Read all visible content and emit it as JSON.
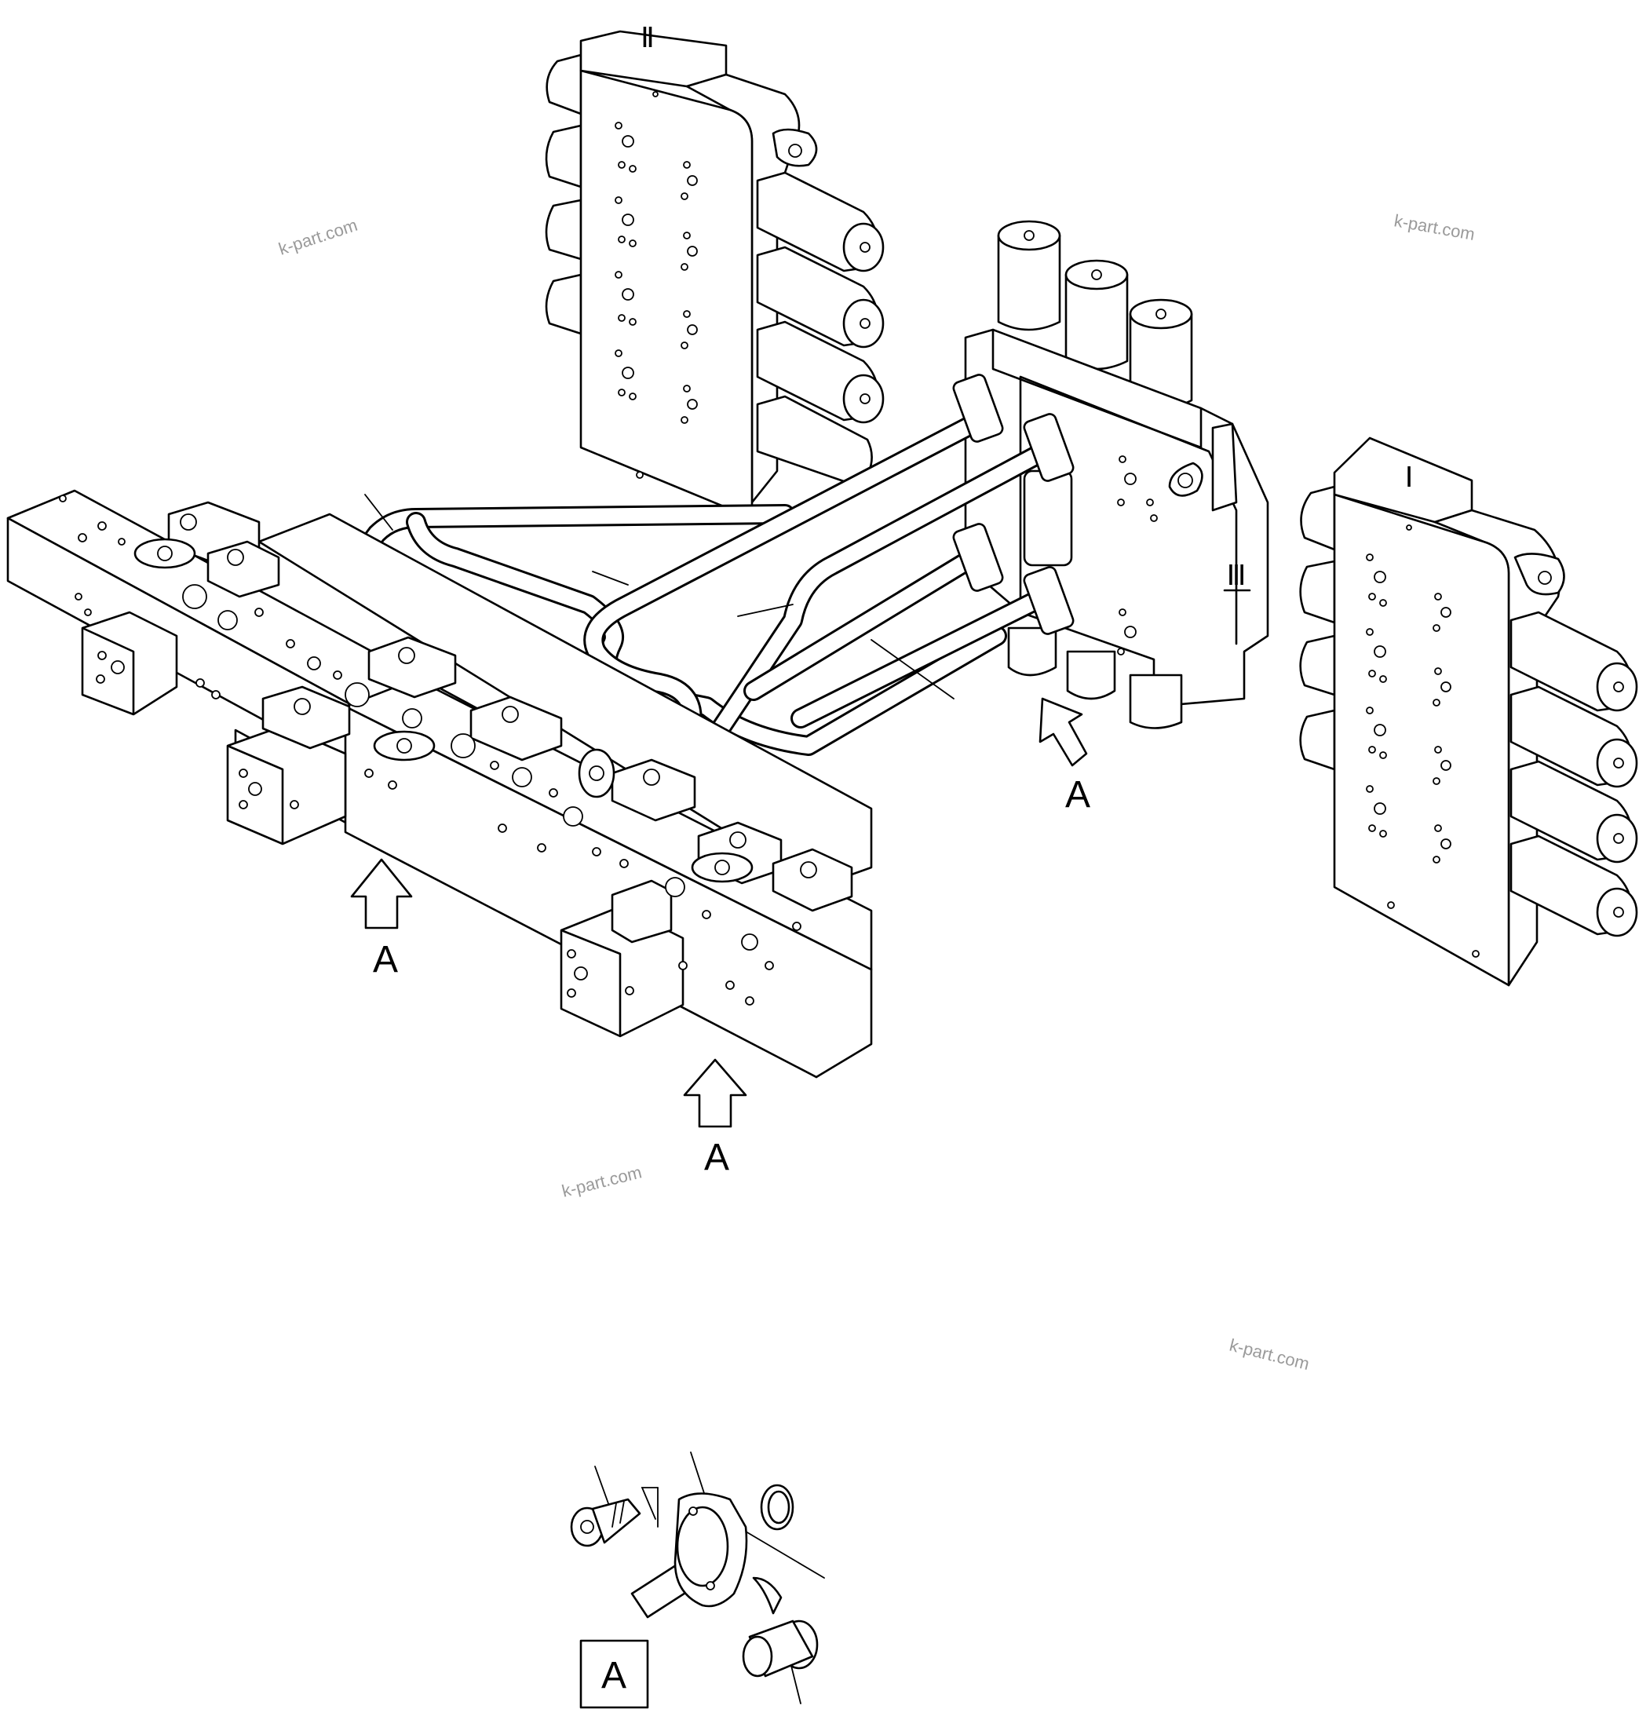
{
  "valve_labels": {
    "block_1": "Ⅰ",
    "block_2": "Ⅱ",
    "block_3": "Ⅲ"
  },
  "view_markers": {
    "arrow_label": "A",
    "detail_label": "A"
  },
  "watermark": "k-part.com"
}
